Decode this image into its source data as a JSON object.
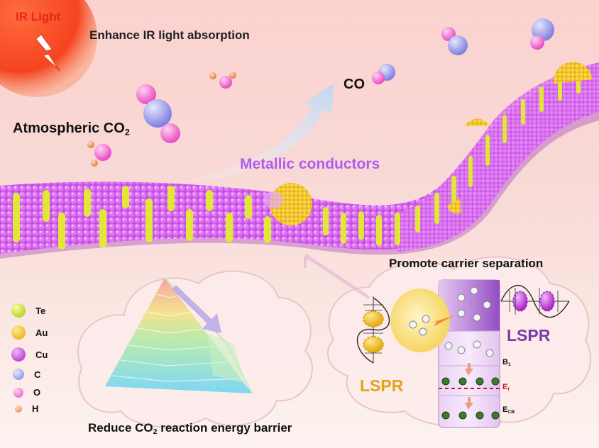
{
  "labels": {
    "ir_light": "IR Light",
    "enhance": "Enhance IR light absorption",
    "co": "CO",
    "atmospheric": "Atmospheric CO",
    "atmospheric_sub": "2",
    "metallic": "Metallic conductors",
    "promote": "Promote carrier separation",
    "reduce_pre": "Reduce CO",
    "reduce_sub": "2",
    "reduce_post": " reaction energy barrier",
    "lspr_left": "LSPR",
    "lspr_right": "LSPR",
    "b1": "B",
    "b1_sub": "1",
    "ef": "E",
    "ef_sub": "f",
    "ecb": "E",
    "ecb_sub": "CB"
  },
  "legend": [
    {
      "symbol": "Te",
      "color": "#d6ee1e"
    },
    {
      "symbol": "Au",
      "color": "#f3c41a"
    },
    {
      "symbol": "Cu",
      "color": "#c743d8"
    },
    {
      "symbol": "C",
      "color": "#a9a6f0"
    },
    {
      "symbol": "O",
      "color": "#f47ad3"
    },
    {
      "symbol": "H",
      "color": "#f19a6a"
    }
  ],
  "colors": {
    "ir_red": "#e8261a",
    "metallic_purple": "#b25bf0",
    "lspr_gold": "#e3a21a",
    "lspr_purple": "#7a3aa8",
    "ef_red": "#c0171a"
  }
}
